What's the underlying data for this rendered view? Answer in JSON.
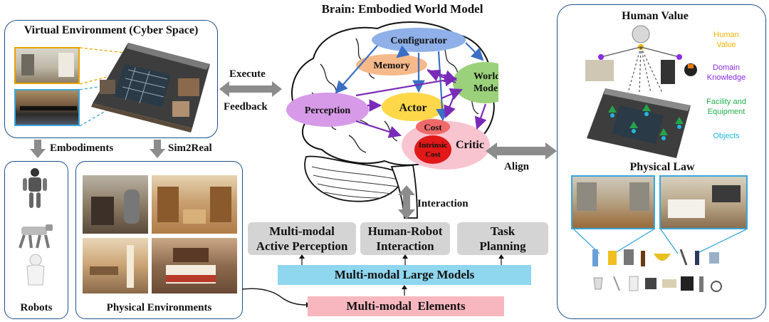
{
  "brain_title": "Brain: Embodied World Model",
  "virtual_env_title": "Virtual Environment (Cyber Space)",
  "execute_label": "Execute",
  "feedback_label": "Feedback",
  "embodiments_label": "Embodiments",
  "sim2real_label": "Sim2Real",
  "robots_label": "Robots",
  "physical_env_label": "Physical Environments",
  "brain": {
    "configurator": "Configurator",
    "memory": "Memory",
    "world_model_line1": "World",
    "world_model_line2": "Model",
    "perception": "Perception",
    "actor": "Actor",
    "critic": "Critic",
    "cost": "Cost",
    "intrinsic_line1": "Intrinsic",
    "intrinsic_line2": "Cost"
  },
  "align_label": "Align",
  "interaction_label": "Interaction",
  "modules": {
    "perception_line1": "Multi-modal",
    "perception_line2": "Active Perception",
    "hri_line1": "Human-Robot",
    "hri_line2": "Interaction",
    "task_line1": "Task",
    "task_line2": "Planning"
  },
  "llm_label": "Multi-modal Large Models",
  "elements_label": "Multi-modal  Elements",
  "human_value_title": "Human Value",
  "legend": {
    "human_value_line1": "Human",
    "human_value_line2": "Value",
    "domain_line1": "Domain",
    "domain_line2": "Knowledge",
    "facility_line1": "Facility and",
    "facility_line2": "Equipment",
    "objects": "Objects"
  },
  "physical_law_title": "Physical Law",
  "colors": {
    "panel_border": "#1f4e8c",
    "configurator": "#8fb0e8",
    "memory": "#f6b98a",
    "world_model": "#9bd17a",
    "perception": "#d79ae8",
    "actor": "#ffd84a",
    "critic": "#f8c4cf",
    "cost": "#f06a6a",
    "intrinsic_cost": "#e01818",
    "llm_bar": "#8fd6ef",
    "elements_bar": "#f8b7be",
    "gray_box": "#d4d4d4",
    "human_value_text": "#f0b400",
    "domain_text": "#8a2be2",
    "facility_text": "#22b14c",
    "objects_text": "#1fb7e0"
  }
}
